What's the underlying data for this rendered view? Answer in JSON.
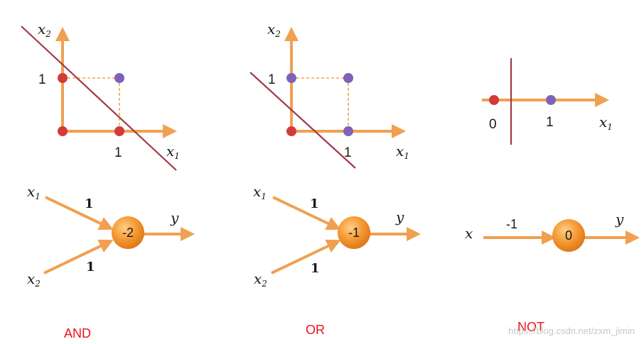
{
  "colors": {
    "arrow": "#f0a050",
    "boundary": "#a23a44",
    "point_zero": "#d23b37",
    "point_one": "#8060b8",
    "caption": "#e8141e",
    "node_fill": "#f08a28",
    "watermark": "#c8c8c8"
  },
  "panels": {
    "and": {
      "plot": {
        "y_axis_label": "x",
        "y_axis_sub": "2",
        "x_axis_label": "x",
        "x_axis_sub": "1",
        "tick_y": "1",
        "tick_x": "1"
      },
      "net": {
        "in1_label": "x",
        "in1_sub": "1",
        "in2_label": "x",
        "in2_sub": "2",
        "w1": "1",
        "w2": "1",
        "bias": "-2",
        "out_label": "y"
      },
      "caption": "AND"
    },
    "or": {
      "plot": {
        "y_axis_label": "x",
        "y_axis_sub": "2",
        "x_axis_label": "x",
        "x_axis_sub": "1",
        "tick_y": "1",
        "tick_x": "1"
      },
      "net": {
        "in1_label": "x",
        "in1_sub": "1",
        "in2_label": "x",
        "in2_sub": "2",
        "w1": "1",
        "w2": "1",
        "bias": "-1",
        "out_label": "y"
      },
      "caption": "OR"
    },
    "not": {
      "plot": {
        "x_axis_label": "x",
        "x_axis_sub": "1",
        "tick_0": "0",
        "tick_1": "1"
      },
      "net": {
        "in_label": "x",
        "w": "-1",
        "bias": "0",
        "out_label": "y"
      },
      "caption": "NOT"
    }
  },
  "watermark": "https://blog.csdn.net/zxm_jimin"
}
